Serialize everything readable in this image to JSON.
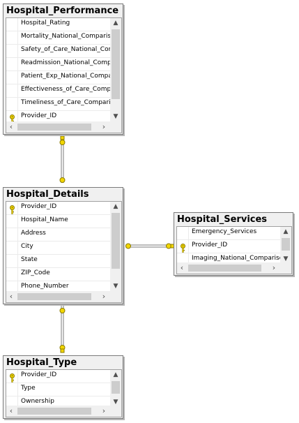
{
  "tables": {
    "performance": {
      "name": "Hospital_Performance",
      "columns": [
        "Hospital_Rating",
        "Mortality_National_Comparison",
        "Safety_of_Care_National_Comparison",
        "Readmission_National_Comparison",
        "Patient_Exp_National_Comparison",
        "Effectiveness_of_Care_Comparison",
        "Timeliness_of_Care_Comparison",
        "Provider_ID"
      ],
      "key_column": "Provider_ID"
    },
    "details": {
      "name": "Hospital_Details",
      "columns": [
        "Provider_ID",
        "Hospital_Name",
        "Address",
        "City",
        "State",
        "ZIP_Code",
        "Phone_Number"
      ],
      "key_column": "Provider_ID"
    },
    "services": {
      "name": "Hospital_Services",
      "columns": [
        "Emergency_Services",
        "Provider_ID",
        "Imaging_National_Comparison"
      ],
      "key_column": "Provider_ID"
    },
    "type": {
      "name": "Hospital_Type",
      "columns": [
        "Provider_ID",
        "Type",
        "Ownership"
      ],
      "key_column": "Provider_ID"
    }
  },
  "relationships": [
    {
      "from": "Hospital_Performance",
      "to": "Hospital_Details"
    },
    {
      "from": "Hospital_Details",
      "to": "Hospital_Services"
    },
    {
      "from": "Hospital_Details",
      "to": "Hospital_Type"
    }
  ],
  "colors": {
    "key_fill": "#f2d600",
    "key_stroke": "#8a7a00",
    "line": "#7a7a7a"
  },
  "icons": {
    "key": "key-icon",
    "scroll_up": "chevron-up-icon",
    "scroll_down": "chevron-down-icon",
    "scroll_left": "chevron-left-icon",
    "scroll_right": "chevron-right-icon"
  }
}
